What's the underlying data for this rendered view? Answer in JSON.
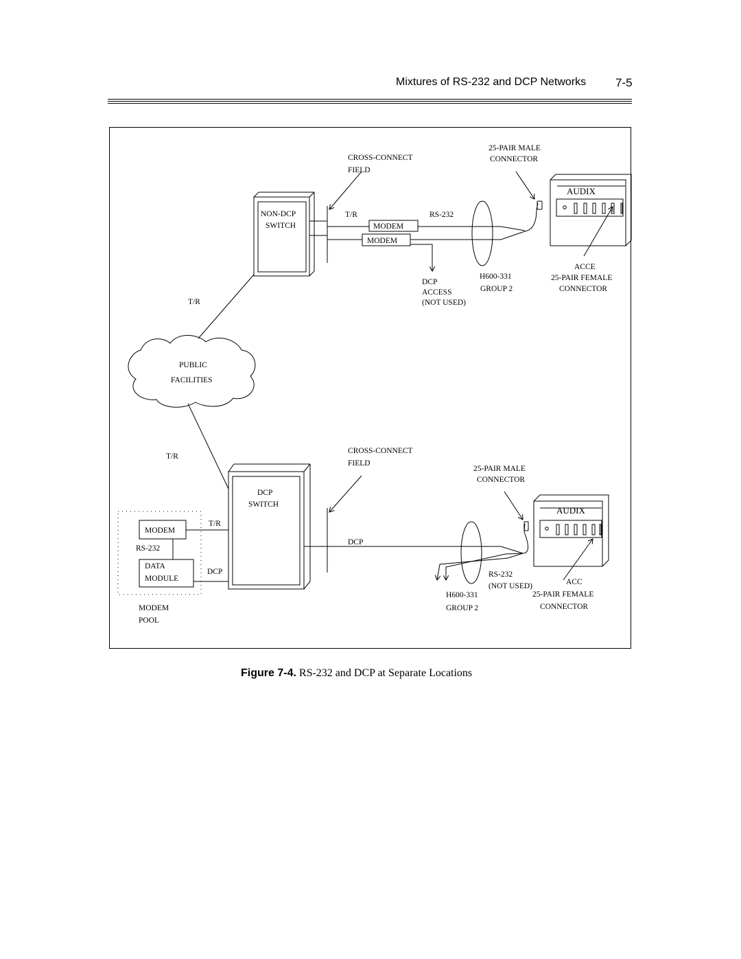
{
  "header": {
    "section_title": "Mixtures of RS-232 and DCP Networks",
    "page_number": "7-5"
  },
  "labels": {
    "top_cross_connect": [
      "CROSS-CONNECT",
      "FIELD"
    ],
    "top_male_connector": [
      "25-PAIR MALE",
      "CONNECTOR"
    ],
    "top_audix": "AUDIX",
    "non_dcp_switch": [
      "NON-DCP",
      "SWITCH"
    ],
    "top_tr_line": "T/R",
    "top_rs232": "RS-232",
    "modem_1": "MODEM",
    "modem_2": "MODEM",
    "dcp_access": [
      "DCP",
      "ACCESS",
      "(NOT USED)"
    ],
    "top_h600": [
      "H600-331",
      "GROUP 2"
    ],
    "top_female_connector": [
      "ACCE",
      "25-PAIR FEMALE",
      "CONNECTOR"
    ],
    "tr_upper": "T/R",
    "public_facilities": [
      "PUBLIC",
      "FACILITIES"
    ],
    "tr_lower": "T/R",
    "bottom_cross_connect": [
      "CROSS-CONNECT",
      "FIELD"
    ],
    "bottom_male_connector": [
      "25-PAIR MALE",
      "CONNECTOR"
    ],
    "bottom_audix": "AUDIX",
    "dcp_switch": [
      "DCP",
      "SWITCH"
    ],
    "pool_tr": "T/R",
    "pool_modem": "MODEM",
    "pool_rs232": "RS-232",
    "pool_data_module": [
      "DATA",
      "MODULE"
    ],
    "pool_dcp": "DCP",
    "modem_pool": [
      "MODEM",
      "POOL"
    ],
    "bottom_dcp_line": "DCP",
    "bottom_rs232": [
      "RS-232",
      "(NOT USED)"
    ],
    "bottom_h600": [
      "H600-331",
      "GROUP 2"
    ],
    "bottom_female_connector": [
      "ACC",
      "25-PAIR FEMALE",
      "CONNECTOR"
    ]
  },
  "caption": {
    "prefix": "Figure 7-4.",
    "text": "RS-232 and DCP at Separate Locations"
  }
}
